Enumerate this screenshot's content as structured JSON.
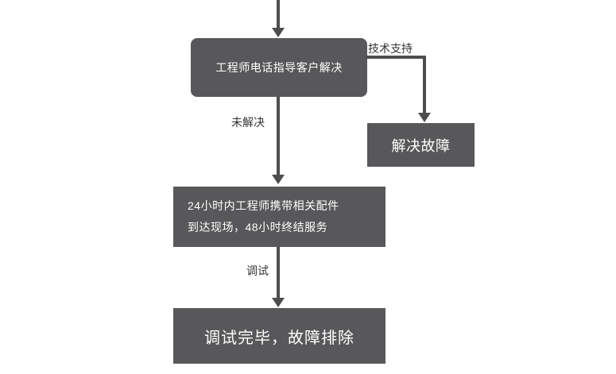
{
  "diagram": {
    "nodes": {
      "phone_guidance": "工程师电话指导客户解决",
      "resolve_fault": "解决故障",
      "onsite_line1": "24小时内工程师携带相关配件",
      "onsite_line2": "到达现场，48小时终结服务",
      "debug_done": "调试完毕，故障排除"
    },
    "edge_labels": {
      "tech_support": "技术支持",
      "unresolved": "未解决",
      "debug": "调试"
    },
    "colors": {
      "node_fill": "#58585a",
      "node_text": "#ffffff",
      "connector": "#4d4d4f",
      "edge_label": "#333333"
    }
  }
}
